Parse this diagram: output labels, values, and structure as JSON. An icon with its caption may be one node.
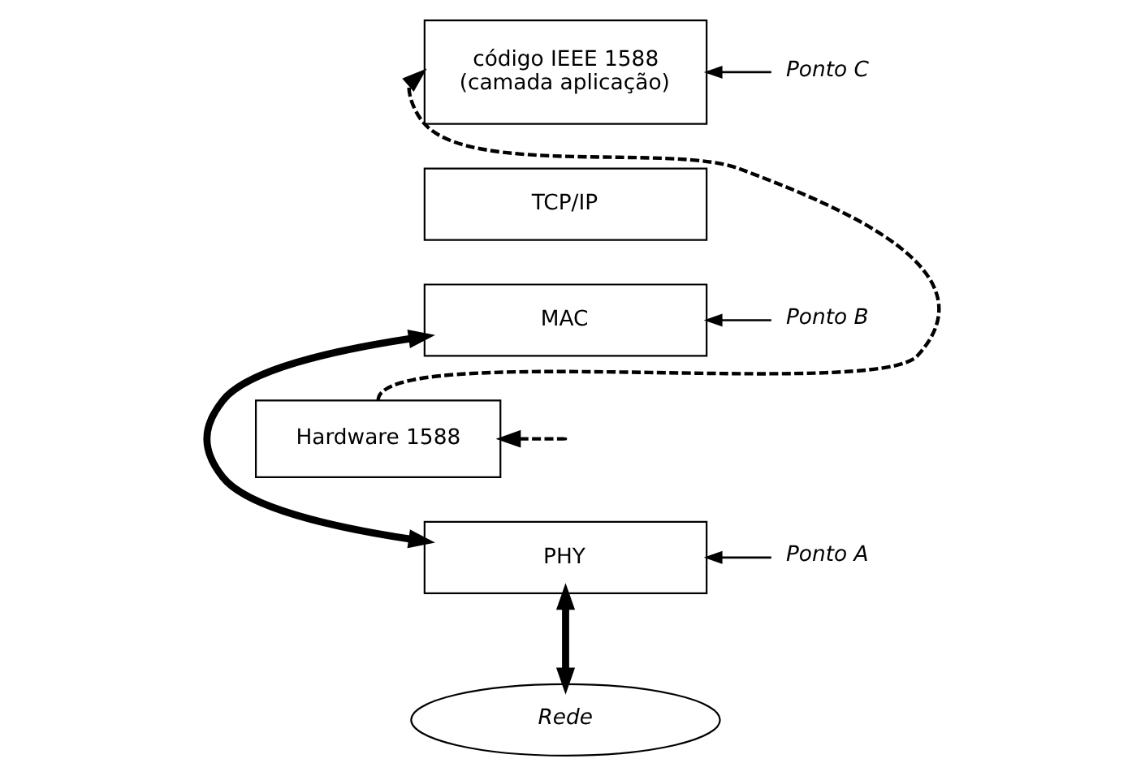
{
  "diagram": {
    "nodes": [
      {
        "text": [
          "código IEEE 1588 (camada aplicação)"
        ]
      },
      {
        "text": [
          "TCP/IP"
        ]
      },
      {
        "text": [
          "MAC"
        ]
      },
      {
        "text": [
          "Hardware 1588"
        ]
      },
      {
        "text": [
          "PHY"
        ]
      },
      {
        "text": [
          "Rede"
        ]
      },
      {
        "text": [
          "Ponto C"
        ]
      },
      {
        "text": [
          "Ponto B"
        ]
      },
      {
        "text": [
          "Ponto A"
        ]
      }
    ],
    "edges": [
      {
        "from": 3,
        "to": 0,
        "arrow": "to",
        "style": "dashed"
      },
      {
        "from": 2,
        "to": 4,
        "arrow": "both",
        "style": "thick"
      },
      {
        "from": null,
        "to": 3,
        "arrow": "to",
        "style": "dashed"
      },
      {
        "from": 4,
        "to": 5,
        "arrow": "both",
        "style": "thick"
      },
      {
        "from": 6,
        "to": 0,
        "arrow": "to"
      },
      {
        "from": 7,
        "to": 2,
        "arrow": "to"
      },
      {
        "from": 8,
        "to": 4,
        "arrow": "to"
      }
    ]
  }
}
